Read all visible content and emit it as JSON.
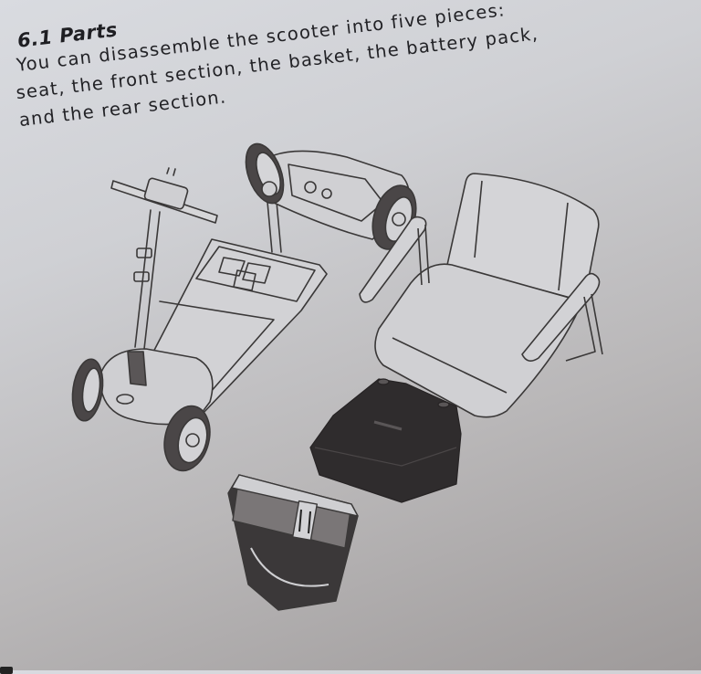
{
  "section": {
    "number": "6.1",
    "title": "Parts",
    "heading": "6.1  Parts"
  },
  "paragraph": {
    "lines": [
      "You can disassemble the scooter into five pieces:",
      "seat, the front section, the basket, the battery pack,",
      "and the rear section."
    ]
  },
  "figure": {
    "parts": [
      {
        "id": "front-section",
        "label": "front section"
      },
      {
        "id": "rear-section",
        "label": "rear section"
      },
      {
        "id": "seat",
        "label": "seat"
      },
      {
        "id": "battery-pack",
        "label": "battery pack"
      },
      {
        "id": "basket",
        "label": "basket"
      }
    ],
    "colors": {
      "line": "#3a3838",
      "battery": "#2f2c2d",
      "basket": "#3b3839",
      "paper_light": "#d9dbe0",
      "paper_dark": "#9e9a9a"
    }
  }
}
